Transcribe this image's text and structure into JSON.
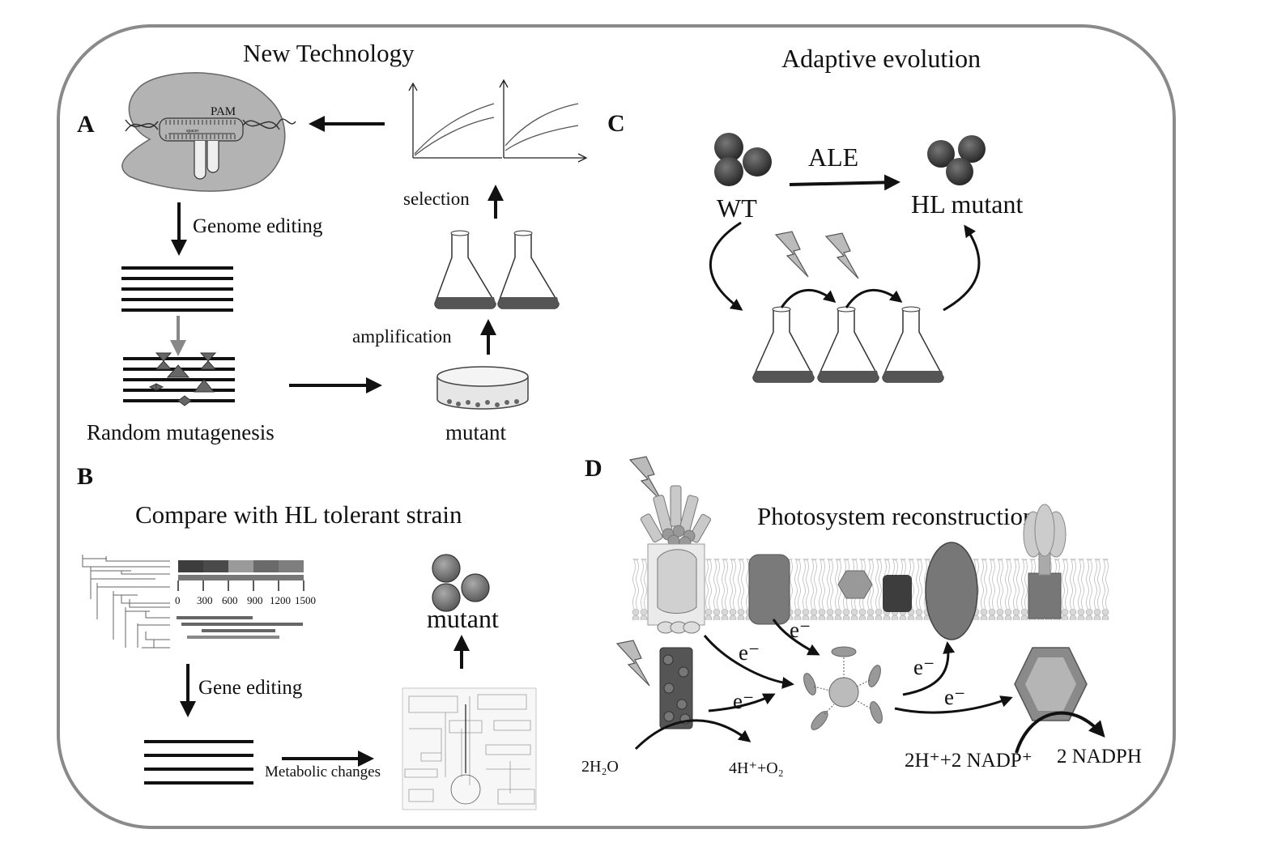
{
  "panel_a": {
    "letter": "A",
    "title": "New Technology",
    "pam_label": "PAM",
    "spacer_label": "spacer",
    "genome_editing": "Genome editing",
    "random_mutagenesis": "Random mutagenesis",
    "selection": "selection",
    "amplification": "amplification",
    "mutant": "mutant"
  },
  "panel_b": {
    "letter": "B",
    "title": "Compare with HL tolerant strain",
    "axis_ticks": [
      "0",
      "300",
      "600",
      "900",
      "1200",
      "1500"
    ],
    "gene_editing": "Gene editing",
    "metabolic_changes": "Metabolic changes",
    "mutant": "mutant"
  },
  "panel_c": {
    "letter": "C",
    "title": "Adaptive evolution",
    "ale": "ALE",
    "wt": "WT",
    "hl_mutant": "HL mutant"
  },
  "panel_d": {
    "letter": "D",
    "title": "Photosystem reconstruction",
    "electron": "e⁻",
    "water": "2H₂O",
    "products": "4H⁺+O₂",
    "nadp": "2H⁺+2 NADP⁺",
    "nadph": "2 NADPH"
  },
  "colors": {
    "frame": "#8a8a8a",
    "cell_dark": "#3a3a3a",
    "cell_mid": "#6f6f6f",
    "culture": "#555555",
    "membrane": "#cfcfcf"
  }
}
